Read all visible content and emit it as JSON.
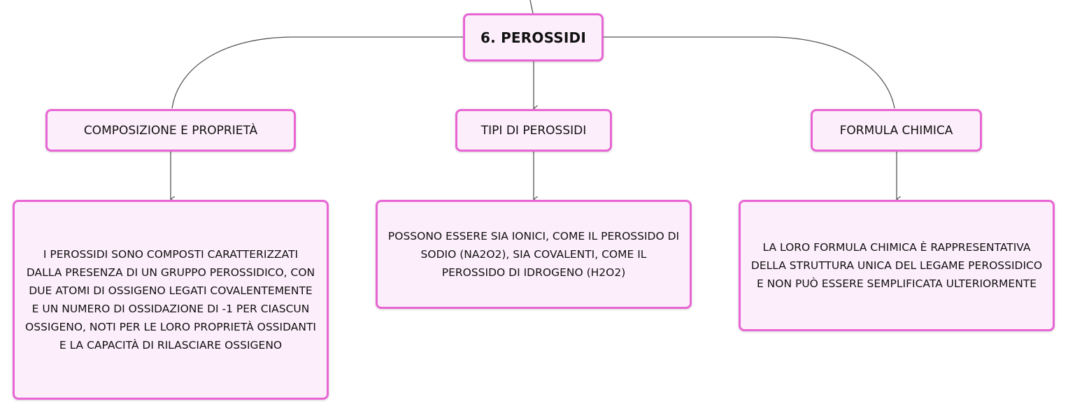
{
  "colors": {
    "node_fill": "#fdeefb",
    "node_border": "#e866d4",
    "connector": "#555555"
  },
  "root": {
    "label": "6. PEROSSIDI"
  },
  "topics": [
    {
      "label": "COMPOSIZIONE E PROPRIETÀ",
      "detail": "I PEROSSIDI SONO COMPOSTI CARATTERIZZATI DALLA PRESENZA DI UN GRUPPO PEROSSIDICO, CON DUE ATOMI DI OSSIGENO LEGATI COVALENTEMENTE E UN NUMERO DI OSSIDAZIONE DI -1 PER CIASCUN OSSIGENO, NOTI PER LE LORO PROPRIETÀ OSSIDANTI E LA CAPACITÀ DI RILASCIARE OSSIGENO"
    },
    {
      "label": "TIPI DI PEROSSIDI",
      "detail": "POSSONO ESSERE SIA IONICI, COME IL PEROSSIDO DI SODIO (NA2O2), SIA COVALENTI, COME IL PEROSSIDO DI IDROGENO (H2O2)"
    },
    {
      "label": "FORMULA CHIMICA",
      "detail": "LA LORO FORMULA CHIMICA È RAPPRESENTATIVA DELLA STRUTTURA UNICA DEL LEGAME PEROSSIDICO E NON PUÒ ESSERE SEMPLIFICATA ULTERIORMENTE"
    }
  ]
}
